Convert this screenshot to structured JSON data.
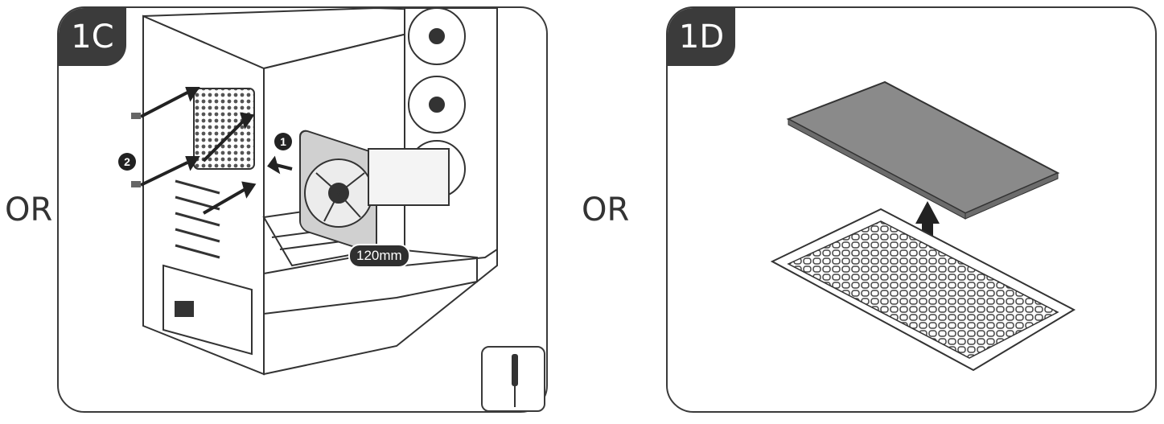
{
  "or_left": "OR",
  "or_right": "OR",
  "step_c": {
    "label": "1C",
    "size_label": "120mm",
    "step1": "1",
    "step2": "2"
  },
  "step_d": {
    "label": "1D"
  },
  "colors": {
    "frame": "#3a3a3a",
    "tab": "#3b3b3b",
    "filter": "#8a8a8a",
    "arrow": "#222222"
  },
  "icons": {
    "tool": "screwdriver-icon"
  }
}
